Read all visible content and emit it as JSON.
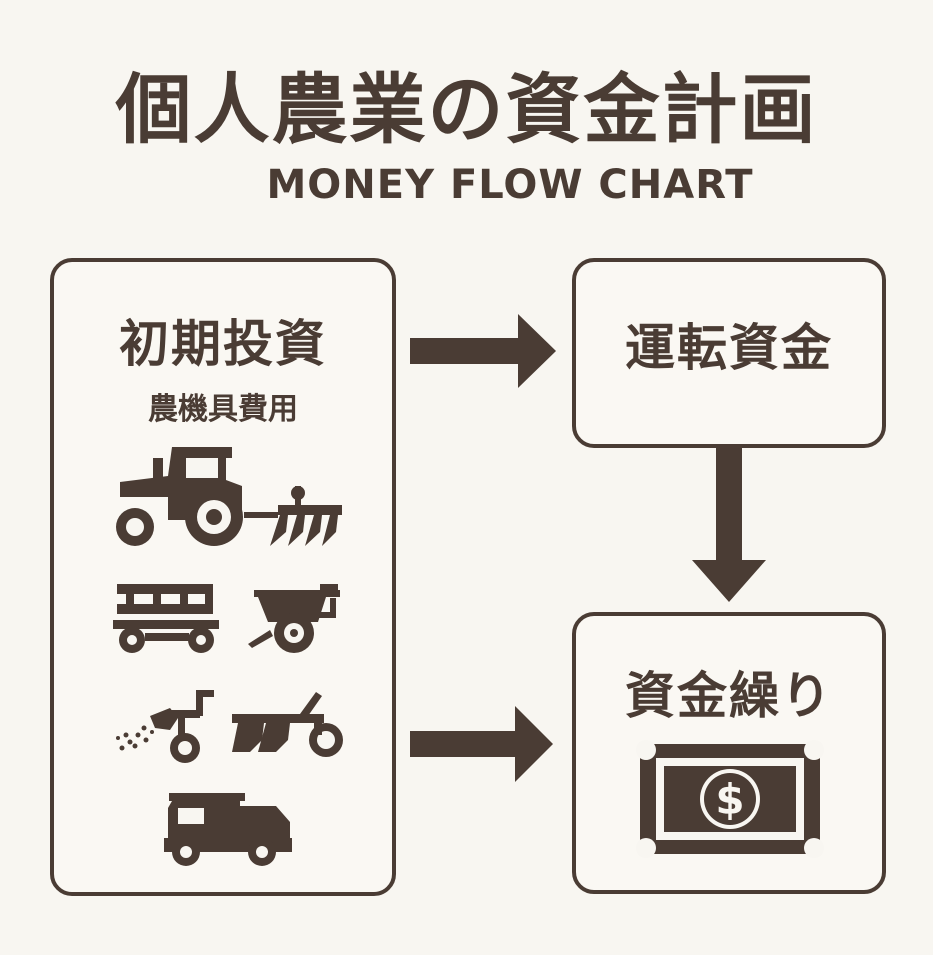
{
  "title": "個人農業の資金計画",
  "subtitle": "MONEY FLOW CHART",
  "boxes": {
    "initial": {
      "label": "初期投資",
      "sublabel": "農機具費用"
    },
    "operating": {
      "label": "運転資金"
    },
    "cashflow": {
      "label": "資金繰り"
    }
  },
  "icons": [
    "tractor-icon",
    "plow-icon",
    "trailer-icon",
    "spreader-icon",
    "seeder-icon",
    "moldboard-plow-icon",
    "truck-icon",
    "banknote-icon",
    "dollar-icon"
  ],
  "colors": {
    "ink": "#4a3c34",
    "background": "#f8f6f1"
  }
}
